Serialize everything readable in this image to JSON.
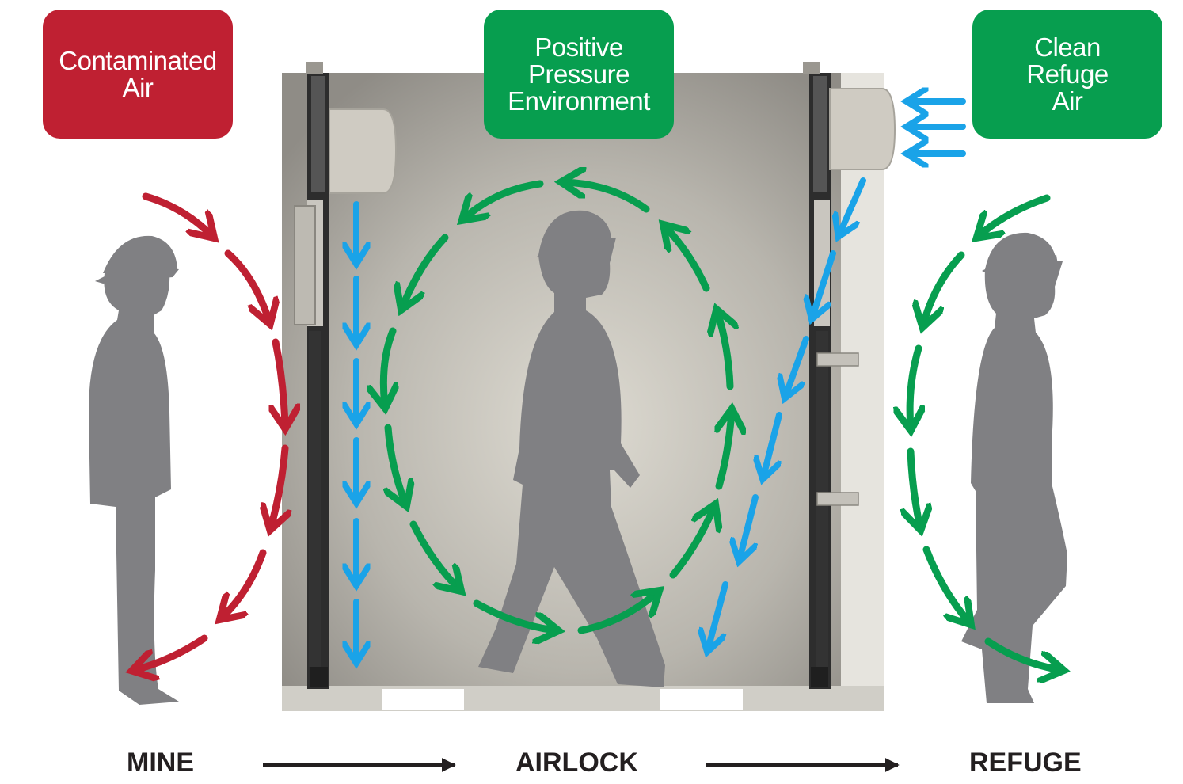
{
  "labels": {
    "contaminated": "Contaminated\nAir",
    "positive": "Positive\nPressure\nEnvironment",
    "clean": "Clean\nRefuge\nAir"
  },
  "stages": {
    "mine": "MINE",
    "airlock": "AIRLOCK",
    "refuge": "REFUGE"
  },
  "colors": {
    "contaminated": "#bf2032",
    "positive": "#079e4f",
    "clean_air_flow": "#1aa3e8",
    "silhouette": "#808083",
    "stage_text": "#231f20"
  },
  "icons": [
    "miner-silhouette",
    "air-flow-arrow",
    "process-arrow"
  ]
}
